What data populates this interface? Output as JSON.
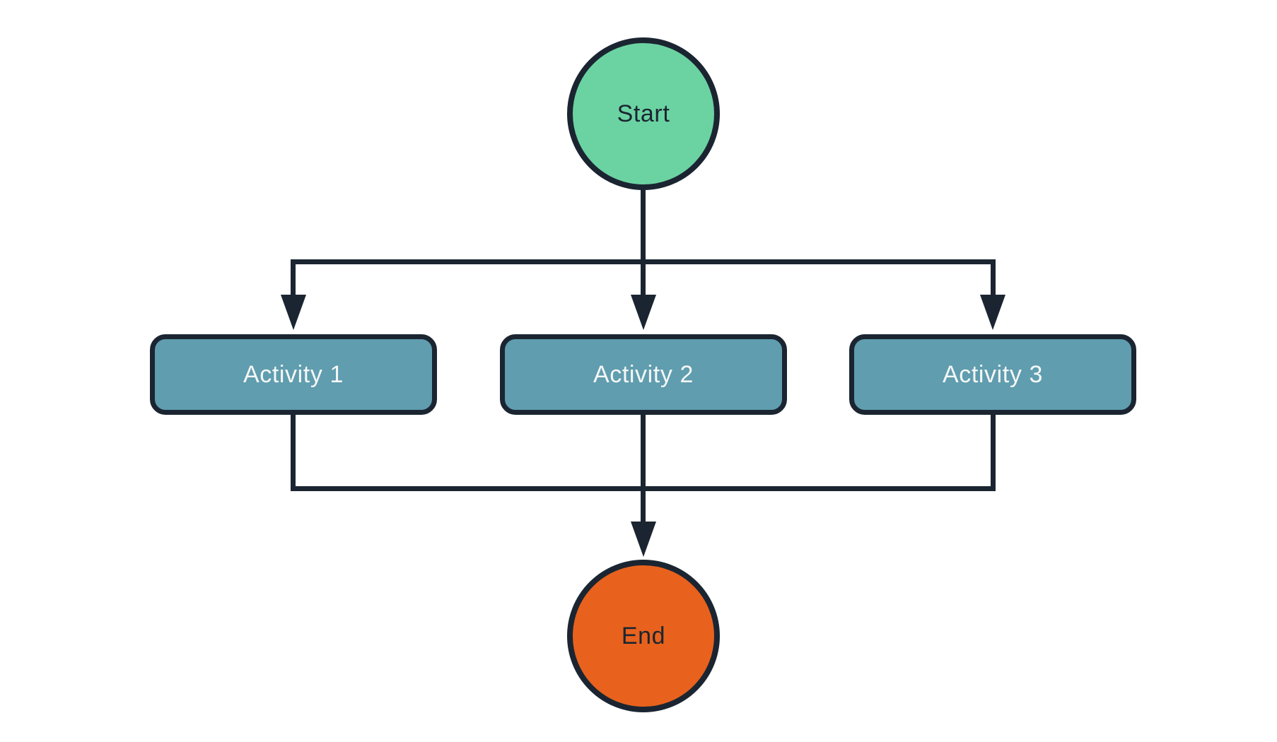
{
  "colors": {
    "stroke": "#1B2531",
    "start-fill": "#6BD3A2",
    "end-fill": "#E8621D",
    "activity-fill": "#5F9DAF",
    "activity-text": "#F5F7F6",
    "background": "#FFFFFF"
  },
  "nodes": {
    "start": {
      "label": "Start",
      "type": "circle",
      "fill": "#6BD3A2"
    },
    "activity1": {
      "label": "Activity 1",
      "type": "rounded-rect",
      "fill": "#5F9DAF"
    },
    "activity2": {
      "label": "Activity 2",
      "type": "rounded-rect",
      "fill": "#5F9DAF"
    },
    "activity3": {
      "label": "Activity 3",
      "type": "rounded-rect",
      "fill": "#5F9DAF"
    },
    "end": {
      "label": "End",
      "type": "circle",
      "fill": "#E8621D"
    }
  },
  "edges": [
    {
      "from": "start",
      "to": "activity1",
      "arrow": true
    },
    {
      "from": "start",
      "to": "activity2",
      "arrow": true
    },
    {
      "from": "start",
      "to": "activity3",
      "arrow": true
    },
    {
      "from": "activity1",
      "to": "end",
      "arrow": true
    },
    {
      "from": "activity2",
      "to": "end",
      "arrow": true
    },
    {
      "from": "activity3",
      "to": "end",
      "arrow": true
    }
  ]
}
